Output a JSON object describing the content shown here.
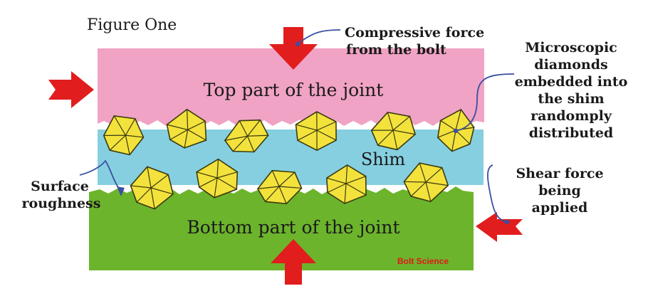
{
  "figure_label": "Figure One",
  "layers": {
    "top": "Top part of the joint",
    "shim": "Shim",
    "bottom": "Bottom part of the joint"
  },
  "annotations": {
    "compressive_line1": "Compressive force",
    "compressive_line2": "from the bolt",
    "diamonds_line1": "Microscopic",
    "diamonds_line2": "diamonds",
    "diamonds_line3": "embedded into",
    "diamonds_line4": "the shim",
    "diamonds_line5": "randomply",
    "diamonds_line6": "distributed",
    "roughness_line1": "Surface",
    "roughness_line2": "roughness",
    "shear_line1": "Shear force",
    "shear_line2": "being",
    "shear_line3": "applied"
  },
  "watermark": "Bolt Science",
  "colors": {
    "top_part": "#f0a3c5",
    "shim": "#86cfe0",
    "bottom_part": "#6cb42c",
    "diamond_fill": "#f3e23c",
    "diamond_stroke": "#3a3a10",
    "arrow": "#e11d1d",
    "leader_line": "#3b4fa0",
    "text": "#1a1a1a",
    "watermark": "#e01818"
  }
}
